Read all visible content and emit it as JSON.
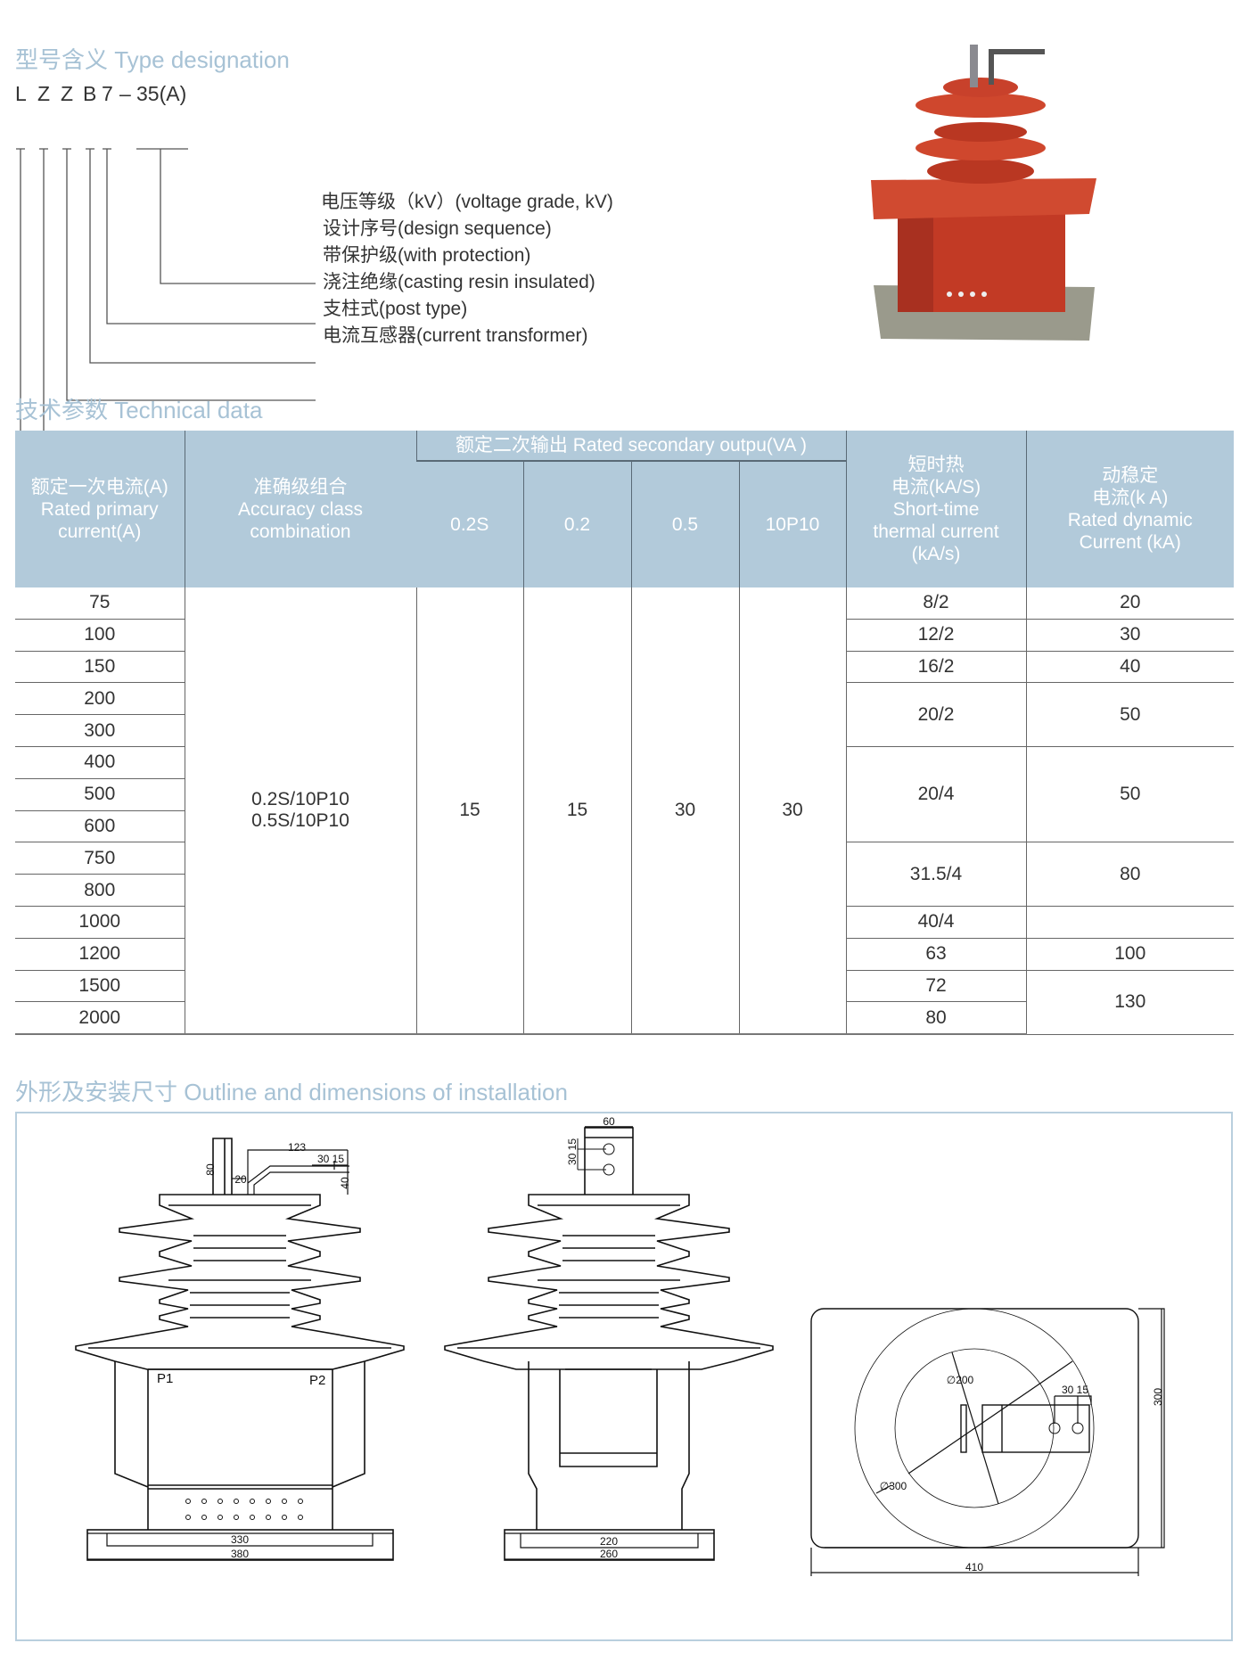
{
  "type_designation": {
    "title": "型号含义 Type designation",
    "code_parts": [
      "L",
      "Z",
      "Z",
      "B",
      "7",
      "–",
      "35(A)"
    ],
    "items": [
      "电压等级（kV）(voltage grade, kV)",
      "设计序号(design sequence)",
      "带保护级(with protection)",
      "浇注绝缘(casting resin insulated)",
      "支柱式(post type)",
      "电流互感器(current transformer)"
    ]
  },
  "technical_data": {
    "title": "技术参数 Technical data",
    "headers": {
      "primary_current": [
        "额定一次电流(A)",
        "Rated primary",
        "current(A)"
      ],
      "accuracy": [
        "准确级组合",
        "Accuracy class",
        "combination"
      ],
      "secondary_output": "额定二次输出 Rated secondary outpu(VA )",
      "output_classes": [
        "0.2S",
        "0.2",
        "0.5",
        "10P10"
      ],
      "thermal": [
        "短时热",
        "电流(kA/S)",
        "Short-time",
        "thermal current",
        "(kA/s)"
      ],
      "dynamic": [
        "动稳定",
        "电流(k A)",
        "Rated dynamic",
        "Current (kA)"
      ]
    },
    "primary_currents": [
      "75",
      "100",
      "150",
      "200",
      "300",
      "400",
      "500",
      "600",
      "750",
      "800",
      "1000",
      "1200",
      "1500",
      "2000"
    ],
    "accuracy_combination": [
      "0.2S/10P10",
      "0.5S/10P10"
    ],
    "output_values": [
      "15",
      "15",
      "30",
      "30"
    ],
    "thermal_values": [
      "8/2",
      "12/2",
      "16/2",
      "20/2",
      "20/4",
      "31.5/4",
      "40/4",
      "63",
      "72",
      "80"
    ],
    "dynamic_values": [
      "20",
      "30",
      "40",
      "50",
      "50",
      "80",
      "",
      "100",
      "130"
    ]
  },
  "outline": {
    "title": "外形及安装尺寸 Outline and dimensions of installation",
    "front": {
      "d123": "123",
      "d30_15": "30 15",
      "d80": "80",
      "d20": "20",
      "d40": "40",
      "p1": "P1",
      "p2": "P2",
      "d330": "330",
      "d380": "380"
    },
    "side": {
      "d60": "60",
      "d30_15": "30 15",
      "d220": "220",
      "d260": "260"
    },
    "top": {
      "d200": "∅200",
      "d300c": "∅300",
      "d30_15": "30 15",
      "d300": "300",
      "d410": "410"
    }
  },
  "colors": {
    "heading": "#a7c2d5",
    "table_header": "#b2cada",
    "product_red": "#c8412b"
  }
}
